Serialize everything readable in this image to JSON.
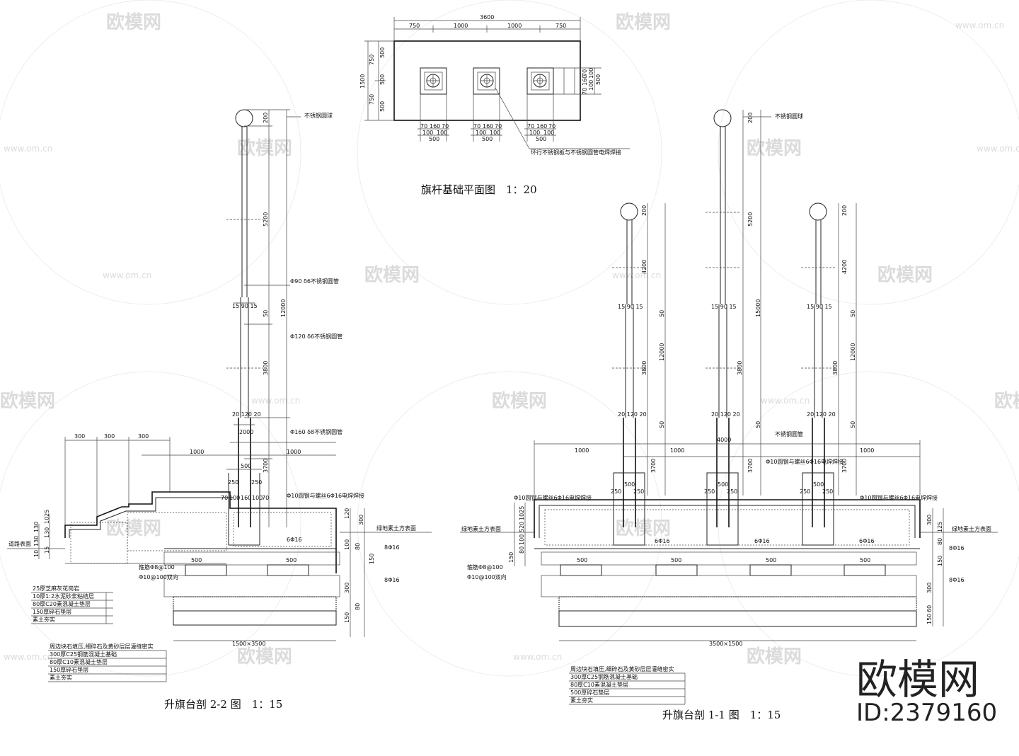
{
  "titles": {
    "plan": "旗杆基础平面图　1：20",
    "section22": "升旗台剖 2-2 图　1：15",
    "section11": "升旗台剖 1-1 图　1：15"
  },
  "plan": {
    "total_width": "3600",
    "segments": [
      "750",
      "1000",
      "1000",
      "750"
    ],
    "left_dims": [
      "1500",
      "750",
      "750",
      "500",
      "500",
      "500"
    ],
    "right_dims": [
      "70",
      "160",
      "70",
      "100",
      "100",
      "500"
    ],
    "bottom_dims": [
      "70",
      "160",
      "70",
      "100",
      "100",
      "500"
    ],
    "note": "环行不锈钢板与不锈钢圆管电焊焊接"
  },
  "poles": {
    "ball_label": "不锈钢圆球",
    "pipe90": "Φ90 δ6不锈钢圆管",
    "pipe120": "Φ120 δ6不锈钢圆管",
    "pipe160": "Φ160 δ8不锈钢圆管",
    "pipe_generic": "不锈钢圆管",
    "rebar_note": "Φ10圆钢与螺丝6Φ16电焊焊接",
    "dims_tall": [
      "200",
      "5200",
      "50",
      "3800",
      "50",
      "12000",
      "3700",
      "15000"
    ],
    "dims_short": [
      "200",
      "4200",
      "50",
      "3800",
      "50",
      "12000",
      "3700"
    ],
    "joint_top": "15 90 15",
    "joint_mid": "20 120 20",
    "joint_low": "20 120 20",
    "base_dims": [
      "250",
      "250",
      "500",
      "70",
      "100",
      "160",
      "100",
      "70"
    ]
  },
  "section22": {
    "top_dims": [
      "300",
      "300",
      "300"
    ],
    "platform_dims": [
      "1000",
      "1000",
      "2000"
    ],
    "left_heights": [
      "1025",
      "130",
      "130",
      "130",
      "15",
      "10"
    ],
    "road_label": "道路表面",
    "ground_label": "绿地素土方表面",
    "right_dims": [
      "300",
      "120",
      "100",
      "80",
      "150",
      "300",
      "80",
      "150"
    ],
    "bolt_a": "8Φ16",
    "bolt_b": "8Φ16",
    "bolt_c": "6Φ16",
    "rebar_a": "箍筋Φ8@100",
    "rebar_b": "Φ10@100双向",
    "footing": "1500×3500",
    "slab_dims": [
      "500",
      "500"
    ],
    "layers_top": [
      "25厚芝麻灰花岗岩",
      "10厚1:2水泥砂浆粘结层",
      "80厚C20素混凝土垫层",
      "150厚碎石垫层",
      "素土夯实"
    ],
    "layers_bottom": [
      "周边块石填压,细碎石及黄砂层层灌缝密实",
      "300厚C25钢筋混凝土基础",
      "80厚C10素混凝土垫层",
      "150厚碎石垫层",
      "素土夯实"
    ]
  },
  "section11": {
    "platform_dims": [
      "1000",
      "1000",
      "1000",
      "4000"
    ],
    "left_heights": [
      "1025",
      "520",
      "150",
      "80",
      "100"
    ],
    "ground_left": "绿地素土方表面",
    "ground_right": "绿地素土方表面",
    "right_dims": [
      "300",
      "80",
      "125",
      "300",
      "150",
      "60",
      "150"
    ],
    "bolt_a": "8Φ16",
    "bolt_b": "8Φ16",
    "bolt_c": "6Φ16",
    "rebar_a": "箍筋Φ8@100",
    "rebar_b": "Φ10@100双向",
    "footing": "3500×1500",
    "slab_dims": [
      "500",
      "500",
      "500",
      "500"
    ],
    "layers_bottom": [
      "周边块石填压,细碎石及黄砂层层灌缝密实",
      "300厚C25钢筋混凝土基础",
      "80厚C10素混凝土垫层",
      "500厚碎石垫层",
      "素土夯实"
    ]
  },
  "watermark": {
    "text": "欧模网",
    "url": "www.om.cn"
  },
  "brand": {
    "name": "欧模网",
    "id": "ID:2379160"
  }
}
